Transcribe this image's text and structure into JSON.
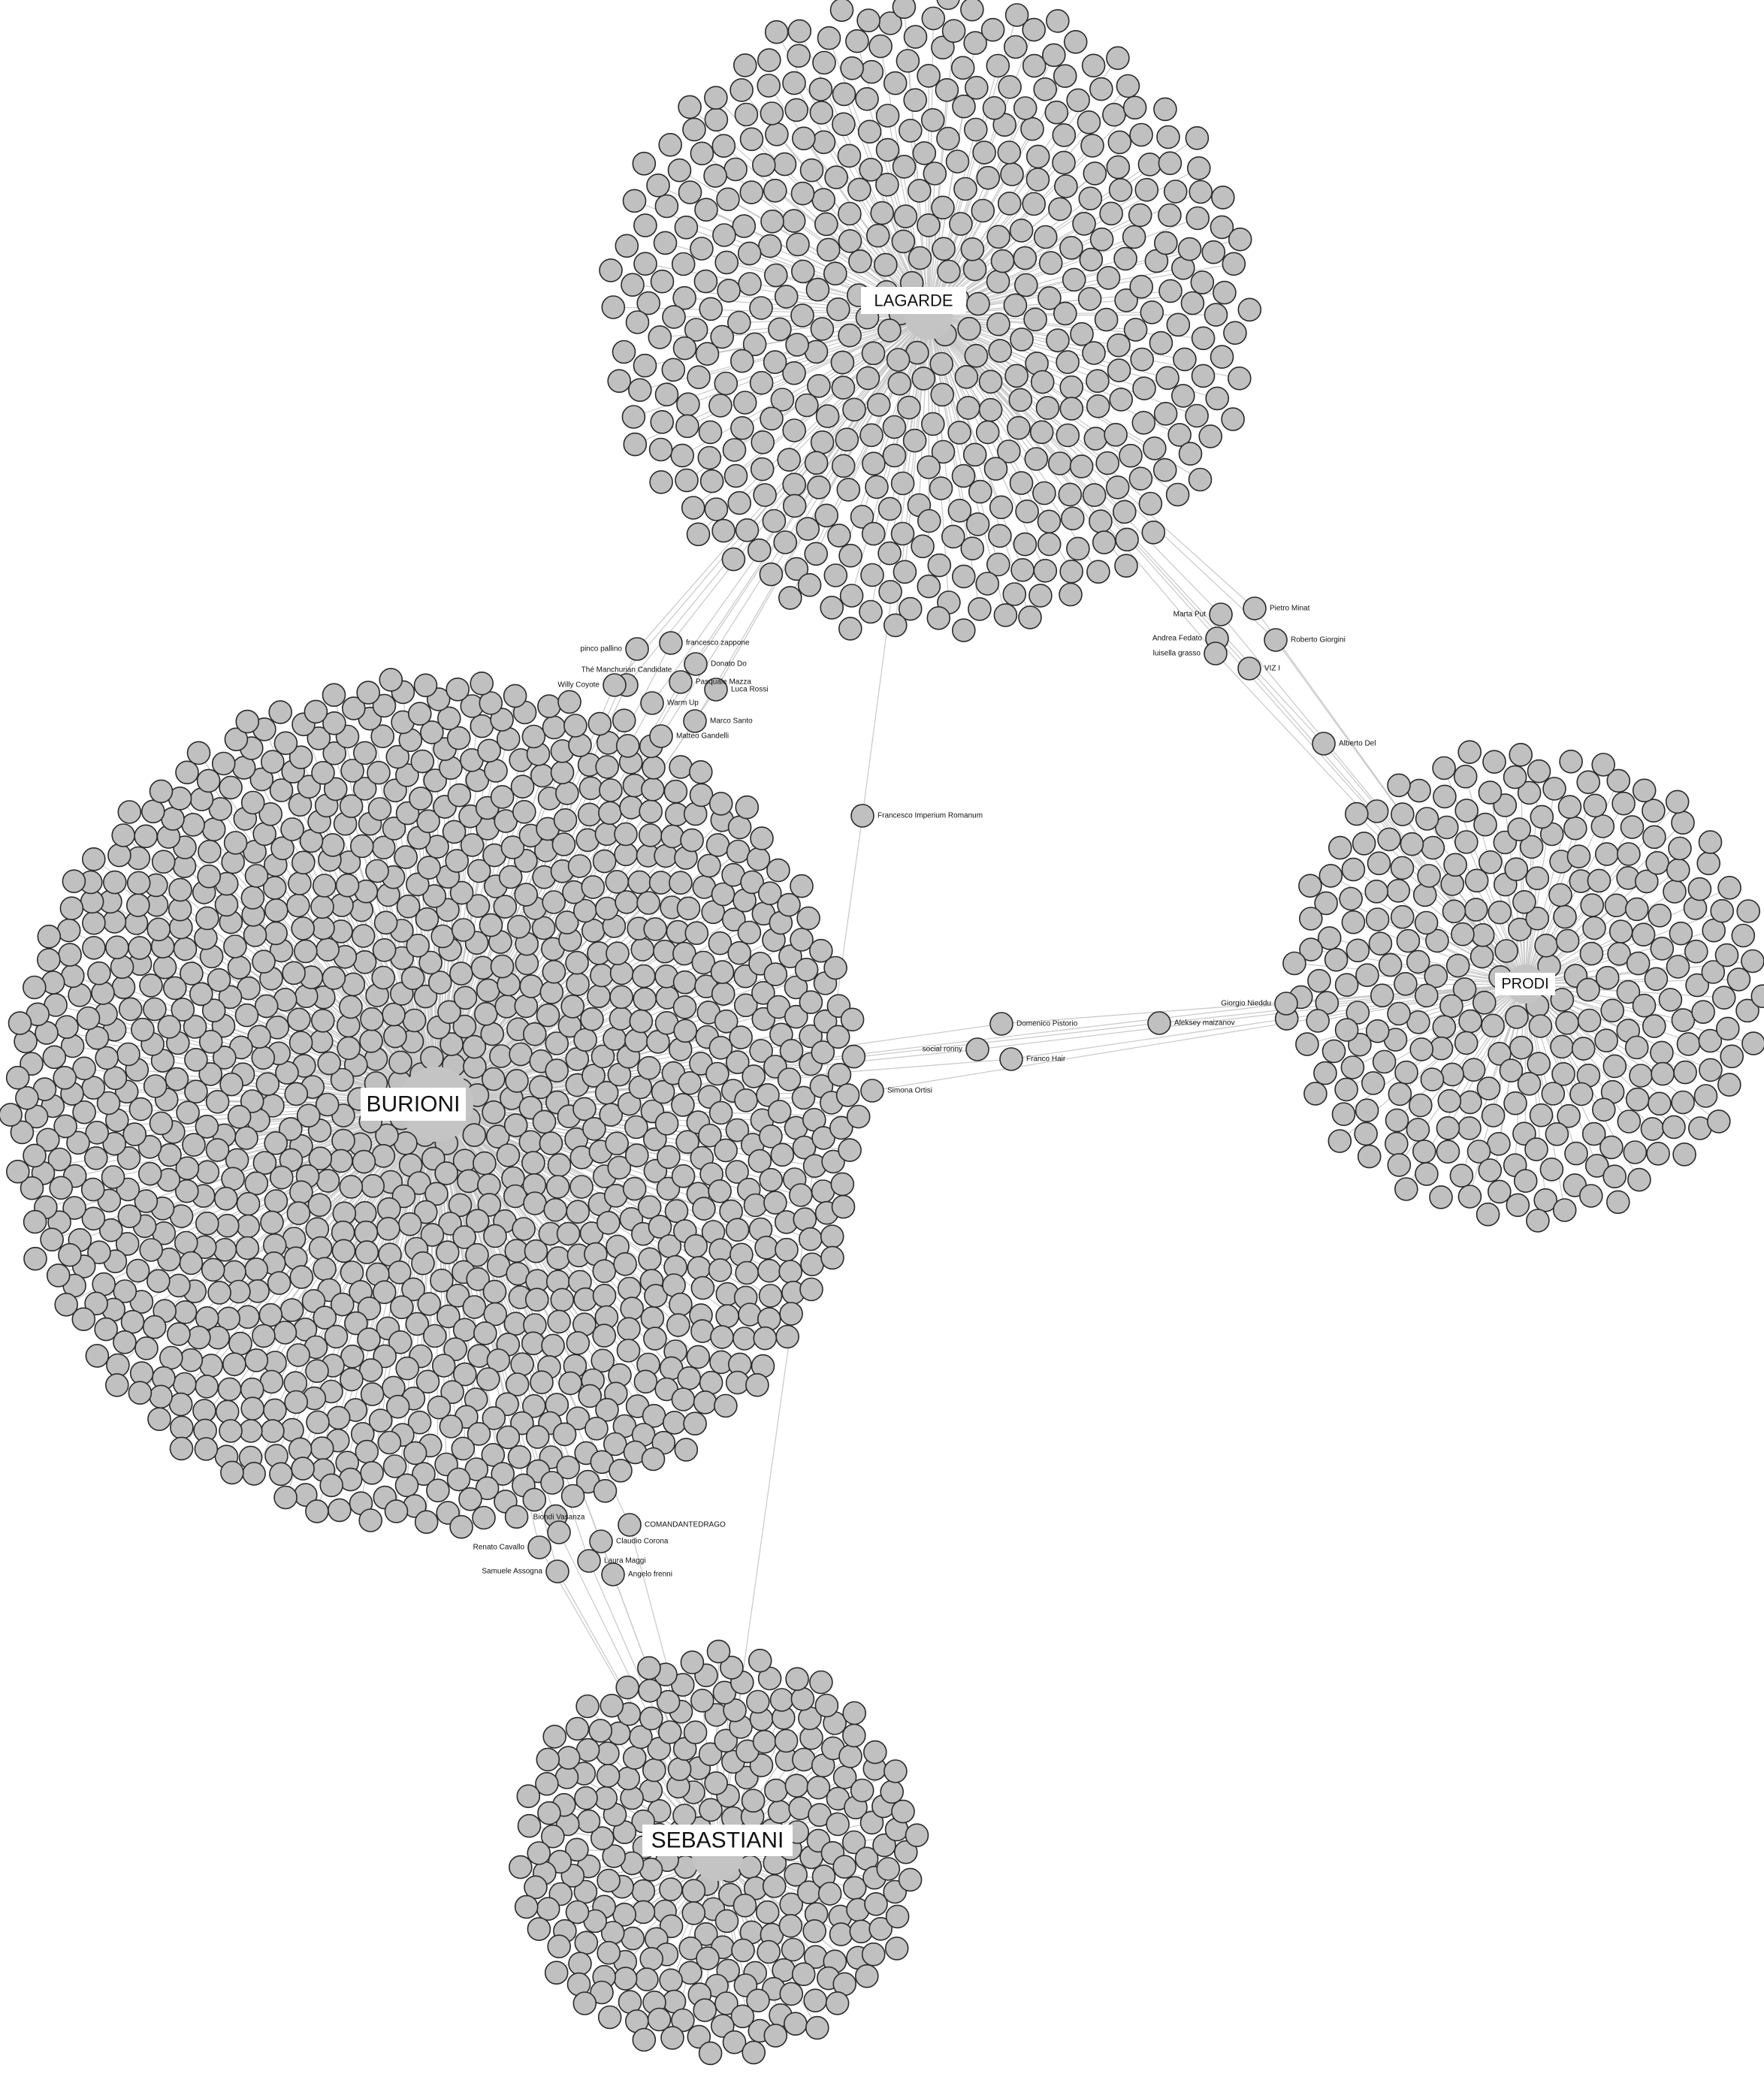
{
  "colors": {
    "node_fill": "#c0c0c0",
    "node_stroke": "#2a2a2a",
    "edge": "#c8c8c8",
    "background": "#ffffff"
  },
  "hubs": [
    {
      "id": "lagarde",
      "label": "LAGARDE"
    },
    {
      "id": "burioni",
      "label": "BURIONI"
    },
    {
      "id": "prodi",
      "label": "PRODI"
    },
    {
      "id": "sebastiani",
      "label": "SEBASTIANI"
    }
  ],
  "bridge_nodes": [
    {
      "label": "pinco pallino",
      "links": [
        "burioni",
        "lagarde"
      ]
    },
    {
      "label": "francesco zappone",
      "links": [
        "burioni",
        "lagarde"
      ]
    },
    {
      "label": "Thé Manchurian Candidate",
      "links": [
        "burioni",
        "lagarde"
      ]
    },
    {
      "label": "Donato Do",
      "links": [
        "burioni",
        "lagarde"
      ]
    },
    {
      "label": "Willy Coyote",
      "links": [
        "burioni",
        "lagarde"
      ]
    },
    {
      "label": "Pasquale Mazza",
      "links": [
        "burioni",
        "lagarde"
      ]
    },
    {
      "label": "Luca Rossi",
      "links": [
        "burioni",
        "lagarde"
      ]
    },
    {
      "label": "Warm Up",
      "links": [
        "burioni",
        "lagarde"
      ]
    },
    {
      "label": "Marco Santo",
      "links": [
        "burioni",
        "lagarde"
      ]
    },
    {
      "label": "Matteo Gandelli",
      "links": [
        "burioni",
        "lagarde"
      ]
    },
    {
      "label": "Francesco Imperium Romanum",
      "links": [
        "lagarde",
        "sebastiani"
      ]
    },
    {
      "label": "Marta Put",
      "links": [
        "lagarde",
        "prodi"
      ]
    },
    {
      "label": "Pietro Minat",
      "links": [
        "lagarde",
        "prodi"
      ]
    },
    {
      "label": "Andrea Fedato",
      "links": [
        "lagarde",
        "prodi"
      ]
    },
    {
      "label": "Roberto Giorgini",
      "links": [
        "lagarde",
        "prodi"
      ]
    },
    {
      "label": "luisella grasso",
      "links": [
        "lagarde",
        "prodi"
      ]
    },
    {
      "label": "VIZ I",
      "links": [
        "lagarde",
        "prodi"
      ]
    },
    {
      "label": "Alberto Del",
      "links": [
        "lagarde",
        "prodi"
      ]
    },
    {
      "label": "Giorgio Nieddu",
      "links": [
        "burioni",
        "prodi"
      ]
    },
    {
      "label": "Aleksey maizanov",
      "links": [
        "burioni",
        "prodi"
      ]
    },
    {
      "label": "Domenico Pistorio",
      "links": [
        "burioni",
        "prodi"
      ]
    },
    {
      "label": "social ronny",
      "links": [
        "burioni",
        "prodi"
      ]
    },
    {
      "label": "Franco Hair",
      "links": [
        "burioni",
        "prodi"
      ]
    },
    {
      "label": "Simona Ortisi",
      "links": [
        "burioni",
        "prodi"
      ]
    },
    {
      "label": "COMANDANTEDRAGO",
      "links": [
        "burioni",
        "sebastiani"
      ]
    },
    {
      "label": "Biondi Vasanza",
      "links": [
        "burioni",
        "sebastiani"
      ]
    },
    {
      "label": "Claudio Corona",
      "links": [
        "burioni",
        "sebastiani"
      ]
    },
    {
      "label": "Renato Cavallo",
      "links": [
        "burioni",
        "sebastiani"
      ]
    },
    {
      "label": "Laura Maggi",
      "links": [
        "burioni",
        "sebastiani"
      ]
    },
    {
      "label": "Samuele Assogna",
      "links": [
        "burioni",
        "sebastiani"
      ]
    },
    {
      "label": "Angelo frenni",
      "links": [
        "burioni",
        "sebastiani"
      ]
    }
  ]
}
